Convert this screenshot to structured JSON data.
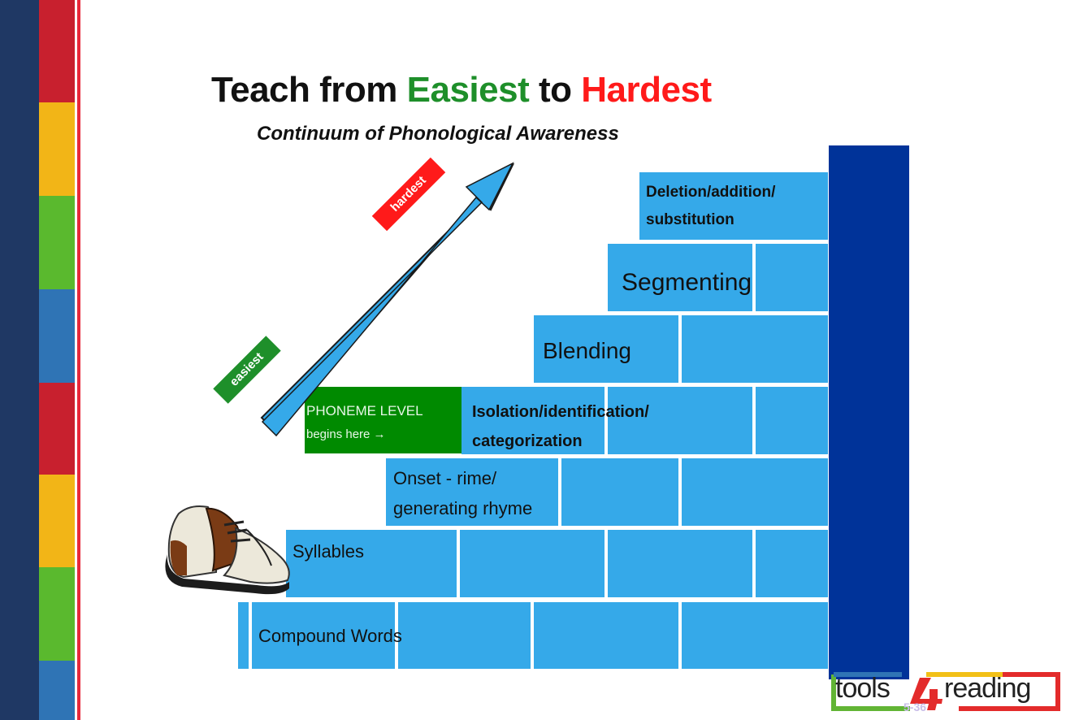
{
  "title": {
    "part1": "Teach from",
    "part2": "Easiest",
    "part3": "to",
    "part4": "Hardest"
  },
  "subtitle": "Continuum of Phonological Awareness",
  "arrow": {
    "easiest_label": "easiest",
    "hardest_label": "hardest"
  },
  "phoneme_level": {
    "line1": "PHONEME LEVEL",
    "line2": "begins here →"
  },
  "steps": {
    "compound": "Compound Words",
    "syllables": "Syllables",
    "onset_line1": "Onset -  rime/",
    "onset_line2": "generating rhyme",
    "isolation_line1": "Isolation/identification/",
    "isolation_line2": "categorization",
    "blending": "Blending",
    "segmenting": "Segmenting",
    "deletion_line1": "Deletion/addition/",
    "deletion_line2": "substitution"
  },
  "logo": {
    "text_left": "tools",
    "numeral": "4",
    "text_right": "reading"
  },
  "page_number": "5-36",
  "colors": {
    "brick": "#35a9e9",
    "wall": "#003399",
    "easiest_green": "#1e8f2a",
    "hardest_red": "#ff1a1a",
    "phoneme_green": "#008a00",
    "stripe_navy": "#1f3864"
  },
  "icons": [
    "shoe-icon",
    "up-arrow-icon"
  ]
}
